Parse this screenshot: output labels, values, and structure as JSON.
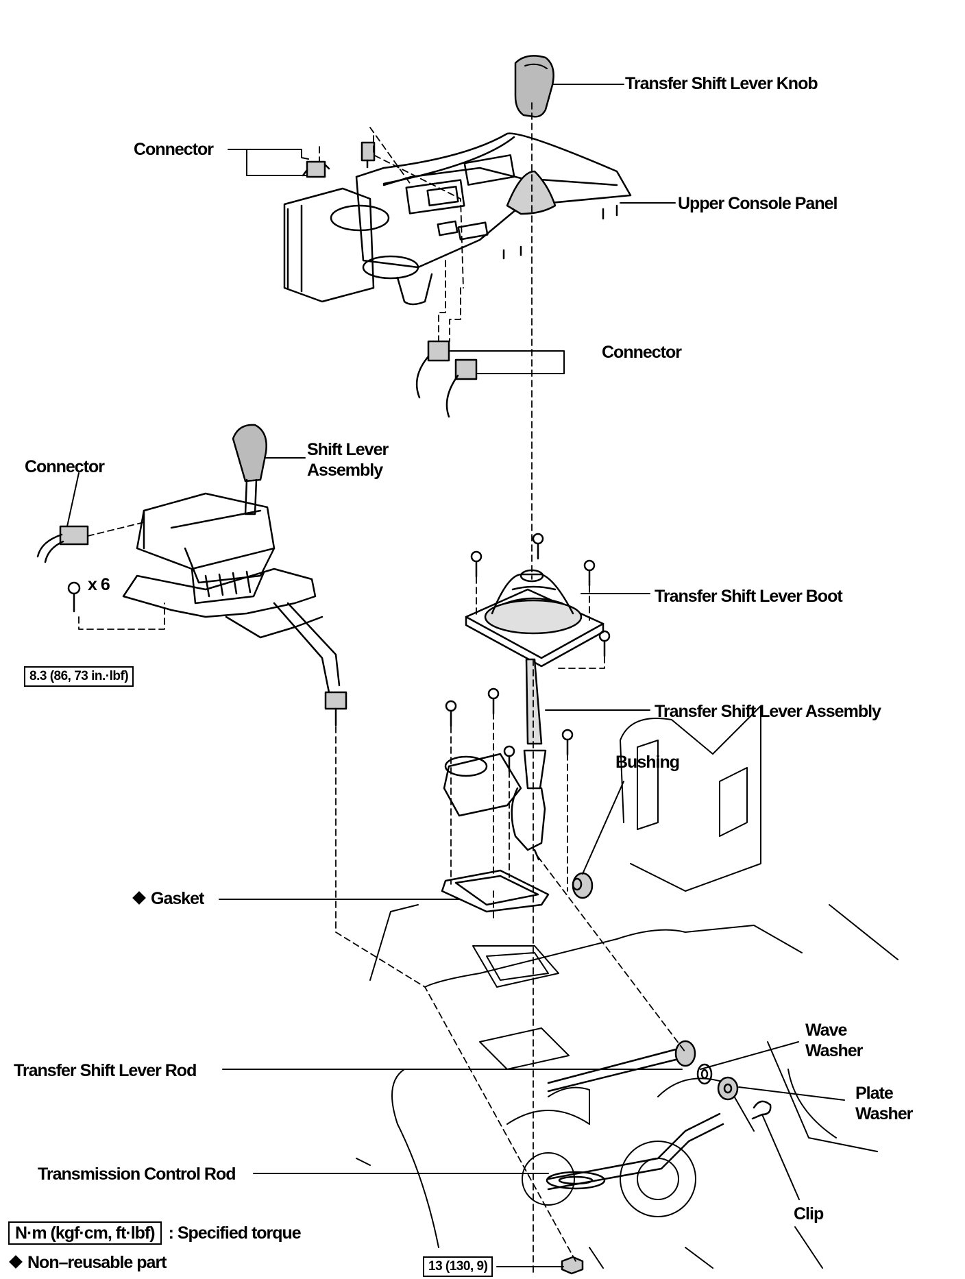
{
  "labels": {
    "transfer_shift_lever_knob": "Transfer Shift Lever Knob",
    "connector_top": "Connector",
    "upper_console_panel": "Upper Console Panel",
    "connector_middle": "Connector",
    "connector_left": "Connector",
    "shift_lever_assembly": [
      "Shift Lever",
      "Assembly"
    ],
    "quantity": "x 6",
    "transfer_shift_lever_boot": "Transfer Shift Lever Boot",
    "transfer_shift_lever_assembly": "Transfer Shift Lever Assembly",
    "bushing": "Bushing",
    "gasket": "Gasket",
    "transfer_shift_lever_rod": "Transfer Shift Lever Rod",
    "wave_washer": [
      "Wave",
      "Washer"
    ],
    "plate_washer": [
      "Plate",
      "Washer"
    ],
    "transmission_control_rod": "Transmission Control Rod",
    "clip": "Clip"
  },
  "torques": {
    "shift_lever_bolts": "8.3 (86, 73 in.·lbf)",
    "bottom_nut": "13 (130, 9)"
  },
  "legend": {
    "torque_unit": "N·m (kgf·cm, ft·lbf)",
    "torque_text": ": Specified torque",
    "non_reusable": "Non–reusable part"
  },
  "colors": {
    "ink": "#000000",
    "paper": "#ffffff"
  }
}
